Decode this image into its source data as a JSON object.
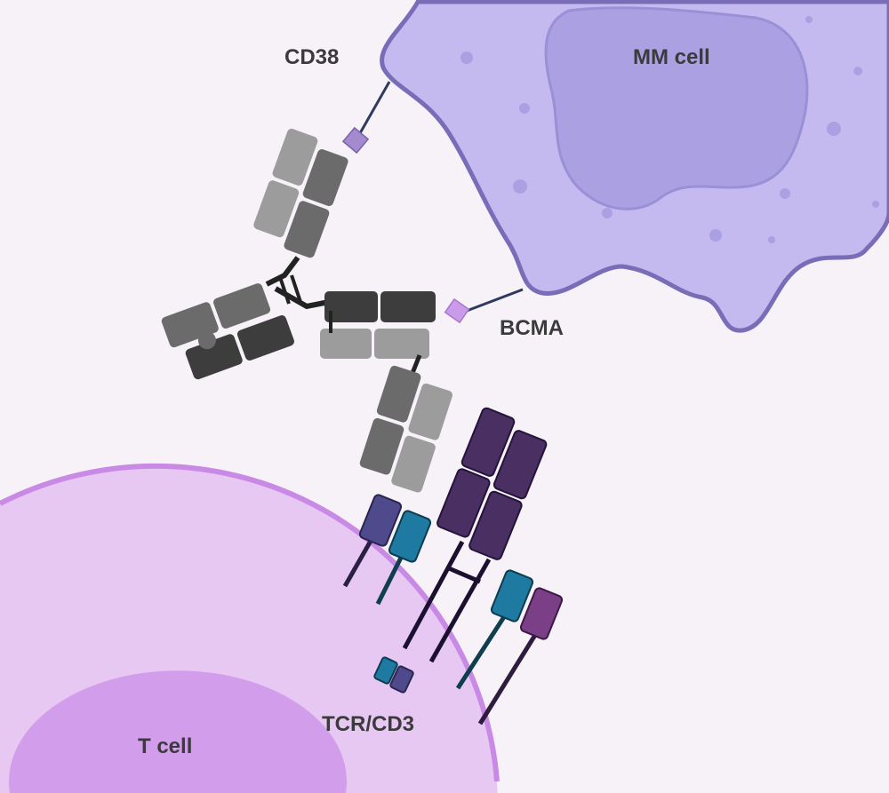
{
  "labels": {
    "cd38": "CD38",
    "mm_cell": "MM cell",
    "bcma": "BCMA",
    "tcr_cd3": "TCR/CD3",
    "t_cell": "T cell"
  },
  "colors": {
    "background": "#f6f2f8",
    "mm_cell_fill": "#c4baf0",
    "mm_cell_stroke": "#7a6db8",
    "mm_nucleus": "#aaa0e2",
    "t_cell_fill": "#e6c8f3",
    "t_cell_stroke": "#c98ae6",
    "t_nucleus": "#d29dea",
    "antibody_dark": "#3d3d3d",
    "antibody_mid": "#6b6b6b",
    "antibody_light": "#9c9c9c",
    "antigen": "#c99be8",
    "tcr_purple": "#4a2f63",
    "cd3_teal": "#1e7aa0",
    "cd3_indigo": "#4f4a8c",
    "cd3_magenta": "#7a3f86"
  }
}
